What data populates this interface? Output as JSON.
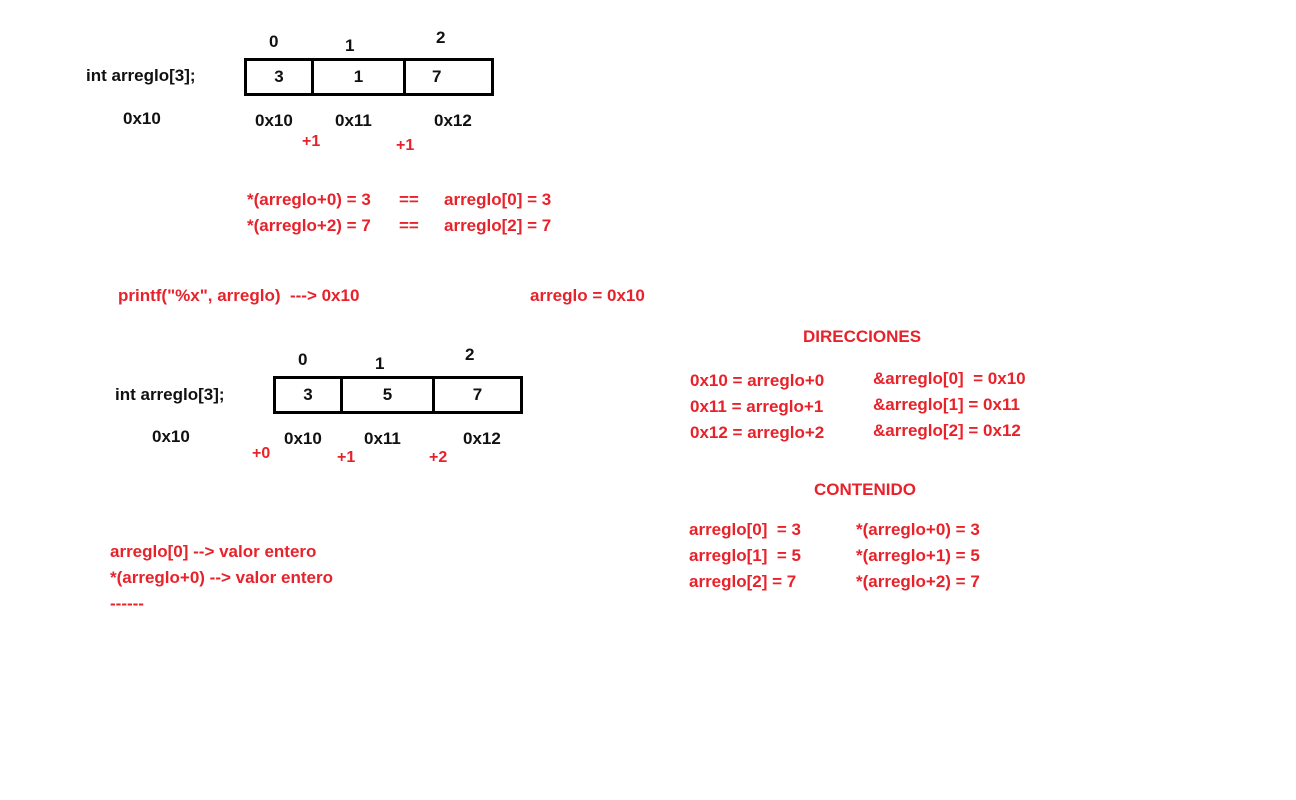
{
  "colors": {
    "black": "#111111",
    "red": "#e8222a"
  },
  "diagram1": {
    "indices": [
      "0",
      "1",
      "2"
    ],
    "declaration": "int arreglo[3];",
    "base_address": "0x10",
    "cells": [
      "3",
      "1",
      "7"
    ],
    "addresses": [
      "0x10",
      "0x11",
      "0x12"
    ],
    "offsets": [
      "+1",
      "+1"
    ]
  },
  "equivalences": [
    {
      "left": "*(arreglo+0) = 3",
      "op": "==",
      "right": "arreglo[0] = 3"
    },
    {
      "left": "*(arreglo+2) = 7",
      "op": "==",
      "right": "arreglo[2] = 7"
    }
  ],
  "printf_line": "printf(\"%x\", arreglo)  ---> 0x10",
  "arreglo_value": "arreglo = 0x10",
  "diagram2": {
    "indices": [
      "0",
      "1",
      "2"
    ],
    "declaration": "int arreglo[3];",
    "base_address": "0x10",
    "cells": [
      "3",
      "5",
      "7"
    ],
    "addresses": [
      "0x10",
      "0x11",
      "0x12"
    ],
    "offsets": [
      "+0",
      "+1",
      "+2"
    ]
  },
  "direcciones": {
    "title": "DIRECCIONES",
    "left": [
      "0x10 = arreglo+0",
      "0x11 = arreglo+1",
      "0x12 = arreglo+2"
    ],
    "right": [
      "&arreglo[0]  = 0x10",
      "&arreglo[1] = 0x11",
      "&arreglo[2] = 0x12"
    ]
  },
  "contenido": {
    "title": "CONTENIDO",
    "left": [
      "arreglo[0]  = 3",
      "arreglo[1]  = 5",
      "arreglo[2] = 7"
    ],
    "right": [
      "*(arreglo+0) = 3",
      "*(arreglo+1) = 5",
      "*(arreglo+2) = 7"
    ]
  },
  "notes": [
    "arreglo[0] --> valor entero",
    "*(arreglo+0) --> valor entero",
    "------"
  ]
}
